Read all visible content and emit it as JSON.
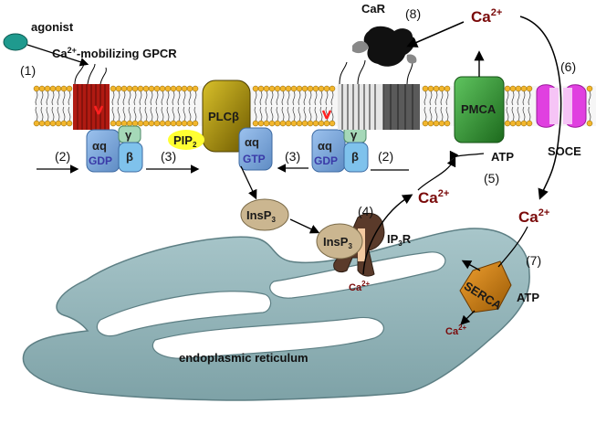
{
  "labels": {
    "agonist": "agonist",
    "gpcr_prefix": "Ca",
    "gpcr_sup": "2+",
    "gpcr_suffix": "-mobilizing GPCR",
    "car": "CaR",
    "plc": "PLCβ",
    "pmca": "PMCA",
    "soce": "SOCE",
    "atp_pmca": "ATP",
    "atp_serca": "ATP",
    "serca": "SERCA",
    "ip3r_main": "IP",
    "ip3r_sub": "3",
    "ip3r_tail": "R",
    "er": "endoplasmic reticulum",
    "pip_main": "PIP",
    "pip_sub": "2",
    "insp3_main": "InsP",
    "insp3_sub": "3"
  },
  "gprotein": {
    "alpha": "αq",
    "gamma": "γ",
    "beta": "β",
    "gdp": "GDP",
    "gtp": "GTP"
  },
  "calcium": {
    "main": "Ca",
    "sup": "2+"
  },
  "steps": [
    "(1)",
    "(2)",
    "(3)",
    "(3)",
    "(2)",
    "(4)",
    "(5)",
    "(6)",
    "(7)",
    "(8)"
  ],
  "colors": {
    "gpcr": "#b01a12",
    "plc": "#9c8400",
    "pmca": "#2e8b2e",
    "soce": "#e040e0",
    "serca": "#d77f10",
    "er": "#8fb3b8",
    "gprotein": "#7aa7d8",
    "insp3": "#cbb690",
    "calcium_text": "#7a0a0a"
  }
}
